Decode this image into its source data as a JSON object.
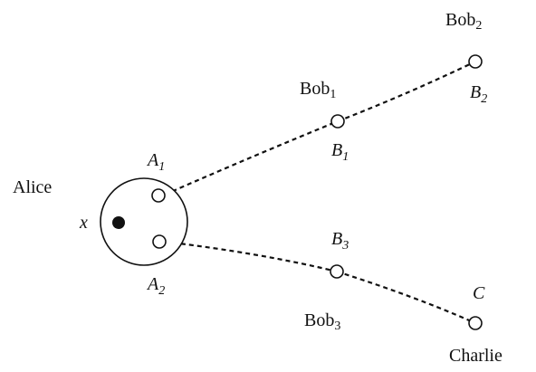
{
  "parties": {
    "alice": "Alice",
    "bob": "Bob",
    "charlie": "Charlie"
  },
  "subscripts": {
    "one": "1",
    "two": "2",
    "three": "3"
  },
  "symbols": {
    "x": "x",
    "A": "A",
    "B": "B",
    "C": "C"
  }
}
